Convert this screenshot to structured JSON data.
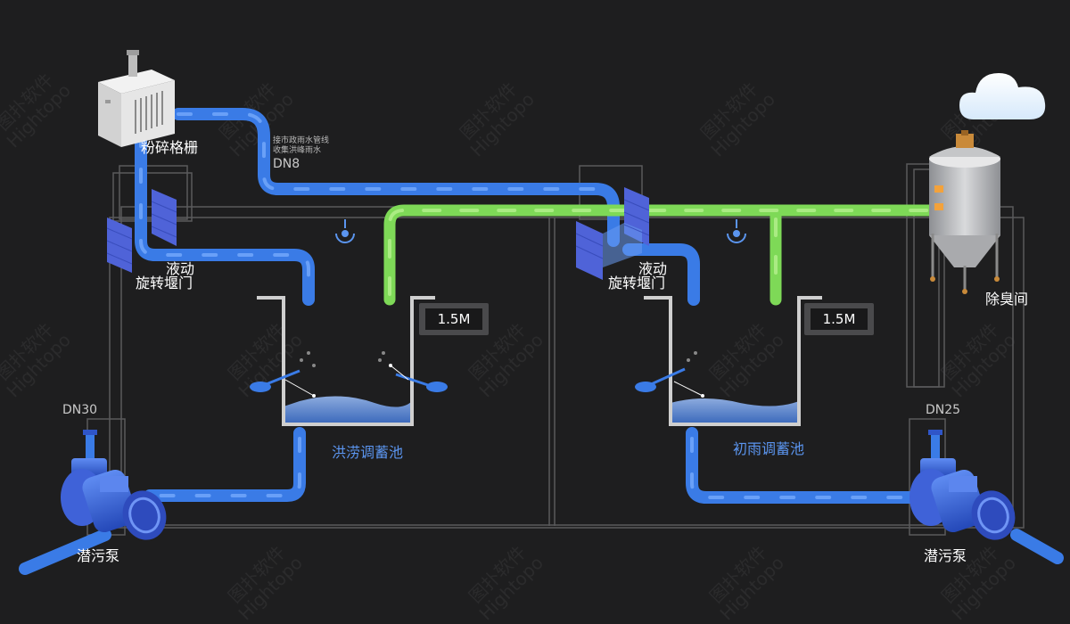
{
  "labels": {
    "screen": "粉碎格栅",
    "pipe_note_line1": "接市政雨水管线",
    "pipe_note_line2": "收集洪峰雨水",
    "pipe_dn8": "DN8",
    "gate_left_line1": "液动",
    "gate_left_line2": "旋转堰门",
    "gate_right_line1": "液动",
    "gate_right_line2": "旋转堰门",
    "odor_room": "除臭间",
    "pump_left": "潜污泵",
    "pump_right": "潜污泵",
    "dn30": "DN30",
    "dn25": "DN25",
    "tank_left": "洪涝调蓄池",
    "tank_right": "初雨调蓄池",
    "level_left": "1.5M",
    "level_right": "1.5M"
  },
  "watermark": {
    "line1": "图扑软件",
    "line2": "Hightopo"
  },
  "colors": {
    "background": "#1e1e1f",
    "water_pipe": "#3a7be6",
    "air_pipe": "#7ed957",
    "tank_wall": "#cfcfcf",
    "label_blue": "#5b95ef"
  },
  "icons": [
    "shredder-grille-icon",
    "sluice-gate-icon",
    "odor-tower-icon",
    "cloud-icon",
    "submersible-pump-icon",
    "aerator-icon",
    "ultrasonic-sensor-icon"
  ]
}
